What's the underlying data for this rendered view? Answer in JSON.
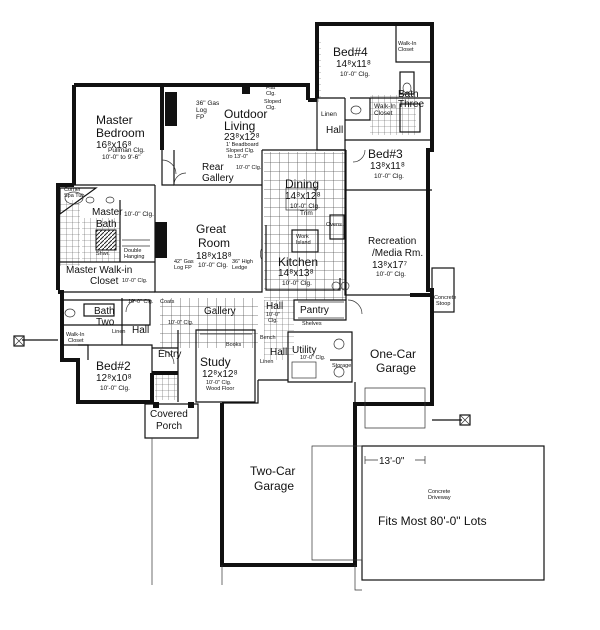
{
  "rooms": {
    "bed4": {
      "name": "Bed#4",
      "size": "14⁸x11⁸",
      "clg": "10'-0\" Clg."
    },
    "bed4_closet": "Walk-In Closet",
    "bath3": "Bath Three",
    "bath3_closet": "Walk-In Closet",
    "bed3": {
      "name": "Bed#3",
      "size": "13⁸x11⁸",
      "clg": "10'-0\" Clg."
    },
    "hall_upper": "Hall",
    "linen_upper": "Linen",
    "master": {
      "name_1": "Master",
      "name_2": "Bedroom",
      "size": "16⁸x16⁸",
      "clg_1": "Pullman Clg.",
      "clg_2": "10'-0\" to 9'-6\""
    },
    "outdoor": {
      "name_1": "Outdoor",
      "name_2": "Living",
      "size": "23⁸x12⁸",
      "note_1": "1' Beadboard",
      "note_2": "Sloped Clg.",
      "note_3": "to 13'-0\"",
      "gas": "36\" Gas",
      "log": "Log",
      "fp": "FP",
      "sloped": "Sloped",
      "clg": "Clg.",
      "flat": "Flat",
      "flat_clg": "Clg."
    },
    "rear_gallery": {
      "name_1": "Rear",
      "name_2": "Gallery",
      "clg": "10'-0\" Clg."
    },
    "dining": {
      "name": "Dining",
      "size": "14⁸x12⁸",
      "clg_1": "10'-0\" Clg.",
      "clg_2": "Trim"
    },
    "recreation": {
      "name_1": "Recreation",
      "name_2": "/Media Rm.",
      "size": "13⁸x17⁷",
      "clg": "10'-0\" Clg."
    },
    "master_bath": {
      "name_1": "Master",
      "name_2": "Bath",
      "clg": "10'-0\" Clg.",
      "tub_1": "Corner",
      "tub_2": "Spa Tub",
      "shwr": "Shwr.",
      "hanging_1": "Double",
      "hanging_2": "Hanging"
    },
    "master_closet": {
      "name_1": "Master Walk-in",
      "name_2": "Closet",
      "clg": "10'-0\" Clg."
    },
    "great_room": {
      "name_1": "Great",
      "name_2": "Room",
      "size": "18⁸x18⁸",
      "clg": "10'-0\" Clg.",
      "gas_1": "42\" Gas",
      "gas_2": "Log FP",
      "ledge_1": "36\" High",
      "ledge_2": "Ledge"
    },
    "kitchen": {
      "name": "Kitchen",
      "size": "14⁸x13⁸",
      "clg": "10'-0\" Clg.",
      "island_1": "Work",
      "island_2": "Island",
      "ovens": "Ovens"
    },
    "pantry": "Pantry",
    "shelves": "Shelves",
    "hall_mid": {
      "name": "Hall",
      "clg_1": "10'-0\"",
      "clg_2": "Clg."
    },
    "gallery": {
      "name": "Gallery",
      "clg": "10'-0\" Clg."
    },
    "coats": "Coats",
    "bath_two": {
      "name_1": "Bath",
      "name_2": "Two",
      "clg": "10'-0\" Clg."
    },
    "linen_left": "Linen",
    "hall_left": "Hall",
    "walkin_left": {
      "name_1": "Walk-In",
      "name_2": "Closet"
    },
    "bed2": {
      "name": "Bed#2",
      "size": "12⁸x10⁸",
      "clg": "10'-0\" Clg."
    },
    "entry": "Entry",
    "study": {
      "name": "Study",
      "size": "12⁸x12⁸",
      "clg": "10'-0\" Clg.",
      "floor": "Wood Floor",
      "books": "Books"
    },
    "covered_porch": {
      "name_1": "Covered",
      "name_2": "Porch"
    },
    "bench": "Bench",
    "hall_util": "Hall",
    "linen_util": "Linen",
    "utility": {
      "name": "Utility",
      "clg": "10'-0\" Clg."
    },
    "storage": "Storage",
    "one_car": {
      "name_1": "One-Car",
      "name_2": "Garage"
    },
    "two_car": {
      "name_1": "Two-Car",
      "name_2": "Garage"
    },
    "concrete_stoop": {
      "name_1": "Concrete",
      "name_2": "Stoop"
    },
    "driveway": {
      "name_1": "Concrete",
      "name_2": "Driveway"
    }
  },
  "dimension": "13'-0\"",
  "lot_note": "Fits Most 80'-0\" Lots"
}
